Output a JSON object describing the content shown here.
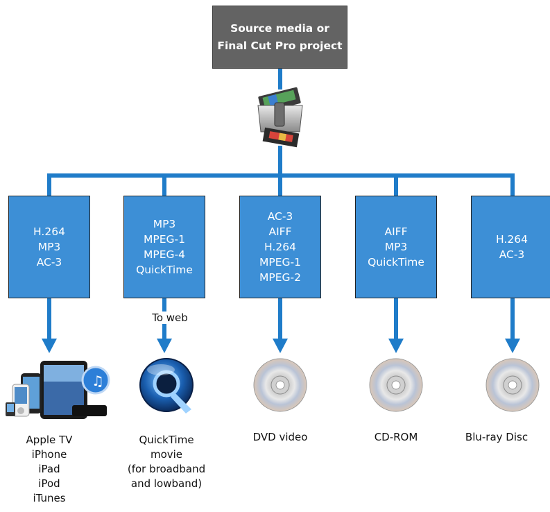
{
  "source": {
    "lines": [
      "Source media or",
      "Final Cut Pro project"
    ]
  },
  "app_icon": "compressor-icon",
  "accent_color": "#3d8fd6",
  "connector_color": "#1f7cc9",
  "source_box_color": "#636363",
  "outputs": [
    {
      "formats": [
        "H.264",
        "MP3",
        "AC-3"
      ],
      "icon": "apple-devices-icon",
      "labels": [
        "Apple TV",
        "iPhone",
        "iPad",
        "iPod",
        "iTunes"
      ]
    },
    {
      "formats": [
        "MP3",
        "MPEG-1",
        "MPEG-4",
        "QuickTime"
      ],
      "icon": "quicktime-icon",
      "note": "To web",
      "labels": [
        "QuickTime",
        "movie",
        "(for broadband",
        "and lowband)"
      ]
    },
    {
      "formats": [
        "AC-3",
        "AIFF",
        "H.264",
        "MPEG-1",
        "MPEG-2"
      ],
      "icon": "disc-icon",
      "labels": [
        "DVD video"
      ]
    },
    {
      "formats": [
        "AIFF",
        "MP3",
        "QuickTime"
      ],
      "icon": "disc-icon",
      "labels": [
        "CD-ROM"
      ]
    },
    {
      "formats": [
        "H.264",
        "AC-3"
      ],
      "icon": "disc-icon",
      "labels": [
        "Blu-ray Disc"
      ]
    }
  ]
}
